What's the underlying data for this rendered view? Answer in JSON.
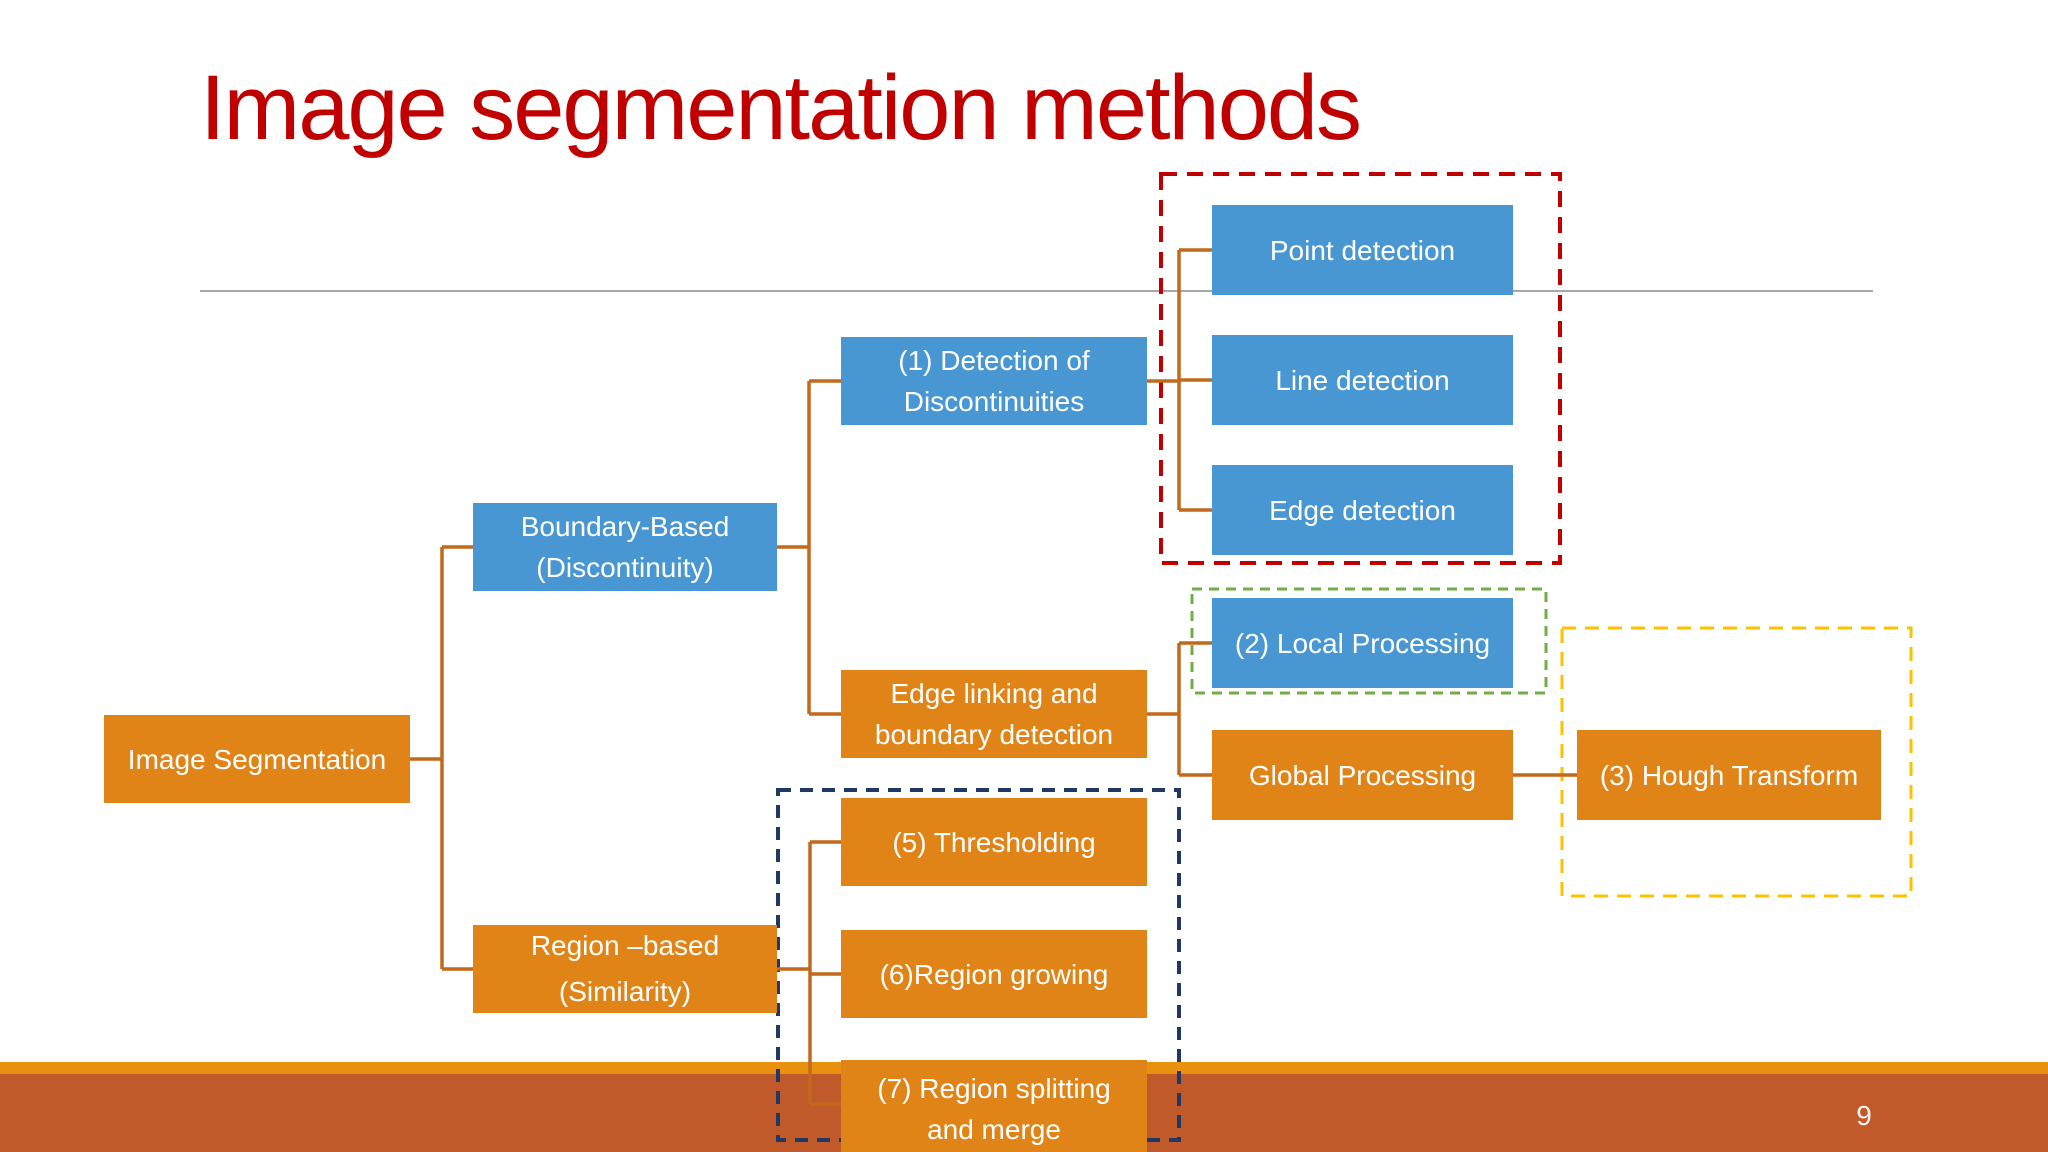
{
  "slide": {
    "title": "Image segmentation methods",
    "page_number": "9"
  },
  "colors": {
    "title_red": "#C00000",
    "box_blue": "#4897D2",
    "box_orange": "#E08418",
    "box_text": "#FFFFFF",
    "connector_orange": "#C2691B",
    "dashed_red": "#C00000",
    "dashed_green": "#72AE47",
    "dashed_yellow": "#FFC000",
    "dashed_navy": "#1F3864",
    "divider_gray": "#A8A8A8",
    "footer_strip_orange": "#E8910F",
    "footer_bar_rust": "#C05A2B"
  },
  "nodes": {
    "root": {
      "lines": [
        "Image Segmentation"
      ]
    },
    "boundary": {
      "lines": [
        "Boundary-Based",
        "(Discontinuity)"
      ]
    },
    "region": {
      "lines": [
        "Region –based",
        "(Similarity)"
      ]
    },
    "discontinuities": {
      "lines": [
        "(1) Detection of",
        "Discontinuities"
      ]
    },
    "edge_linking": {
      "lines": [
        "Edge linking and",
        "boundary detection"
      ]
    },
    "thresholding": {
      "lines": [
        "(5) Thresholding"
      ]
    },
    "region_growing": {
      "lines": [
        "(6)Region growing"
      ]
    },
    "region_splitting": {
      "lines": [
        "(7) Region splitting",
        "and merge"
      ]
    },
    "point_detection": {
      "lines": [
        "Point detection"
      ]
    },
    "line_detection": {
      "lines": [
        "Line detection"
      ]
    },
    "edge_detection": {
      "lines": [
        "Edge detection"
      ]
    },
    "local_processing": {
      "lines": [
        "(2) Local Processing"
      ]
    },
    "global_processing": {
      "lines": [
        "Global Processing"
      ]
    },
    "hough_transform": {
      "lines": [
        "(3) Hough Transform"
      ]
    }
  }
}
